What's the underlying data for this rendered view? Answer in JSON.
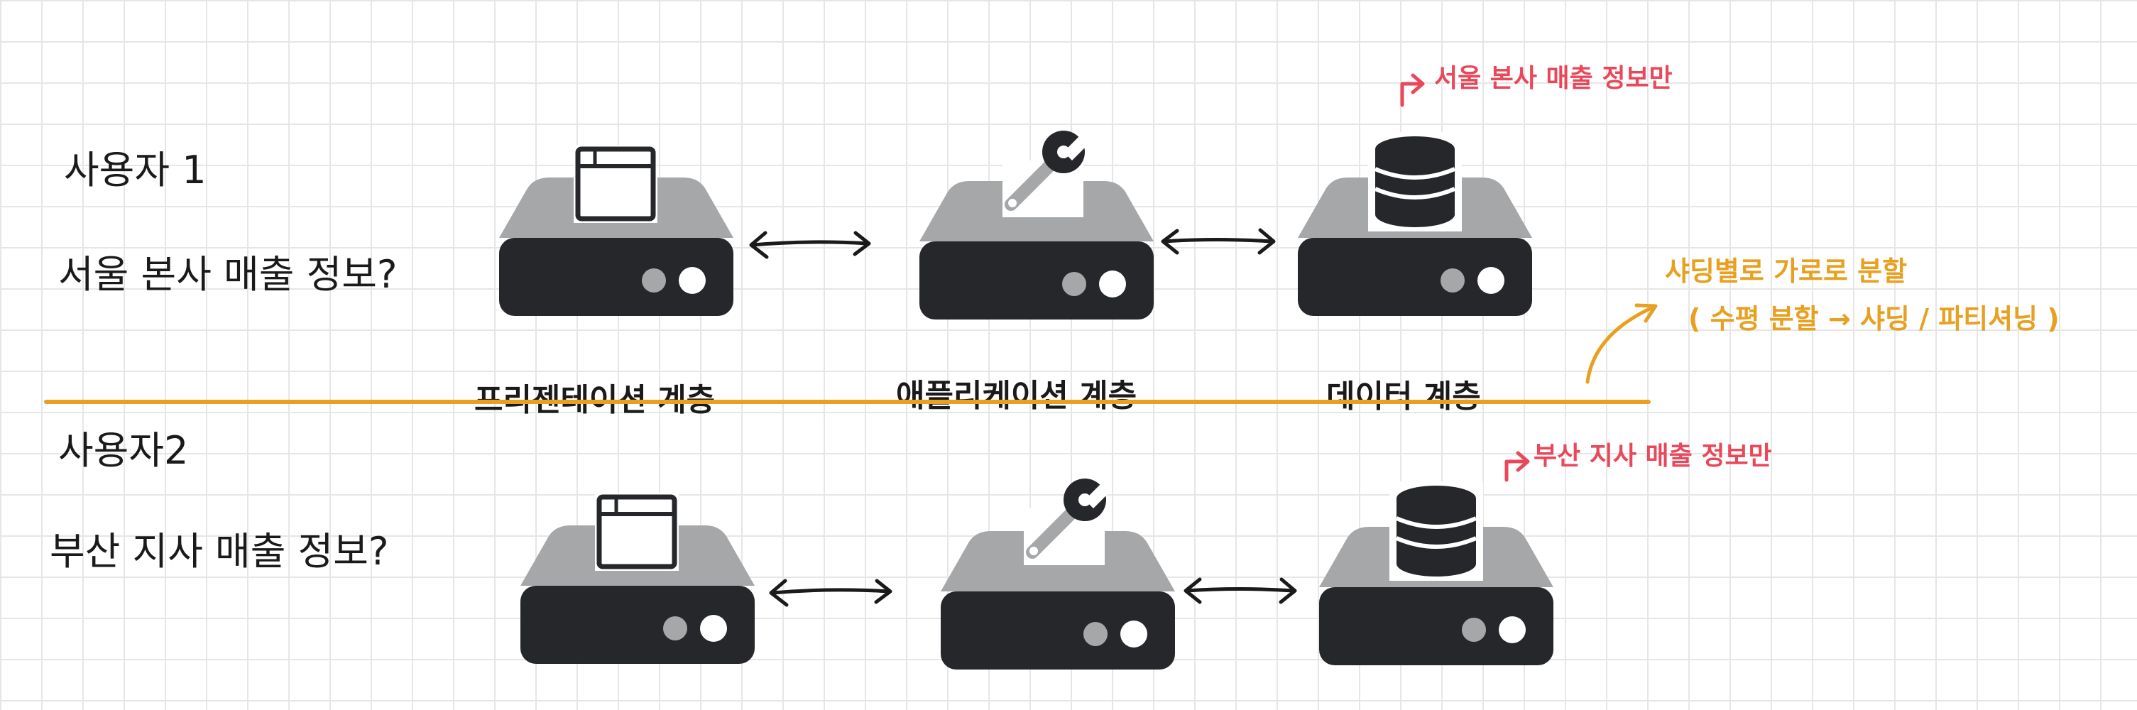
{
  "users": {
    "user1": {
      "label": "사용자 1",
      "question": "서울 본사 매출 정보?"
    },
    "user2": {
      "label": "사용자2",
      "question": "부산 지사 매출 정보?"
    }
  },
  "layers": {
    "presentation": "프리젠테이션 계층",
    "application": "애플리케이션 계층",
    "data": "데이터 계층"
  },
  "notes": {
    "seoul_only": "서울 본사 매출 정보만",
    "busan_only": "부산 지사 매출 정보만",
    "sharding_title": "샤딩별로  가로로 분할",
    "sharding_detail": "( 수평 분할 → 샤딩 / 파티셔닝 )"
  },
  "servers": {
    "row1": [
      "window-icon",
      "wrench-icon",
      "database-icon"
    ],
    "row2": [
      "window-icon",
      "wrench-icon",
      "database-icon"
    ]
  },
  "colors": {
    "divider": "#e8a020",
    "red_note": "#e8485a",
    "orange_note": "#e8a020",
    "server_top": "#a6a7a9",
    "server_base": "#25272a"
  }
}
